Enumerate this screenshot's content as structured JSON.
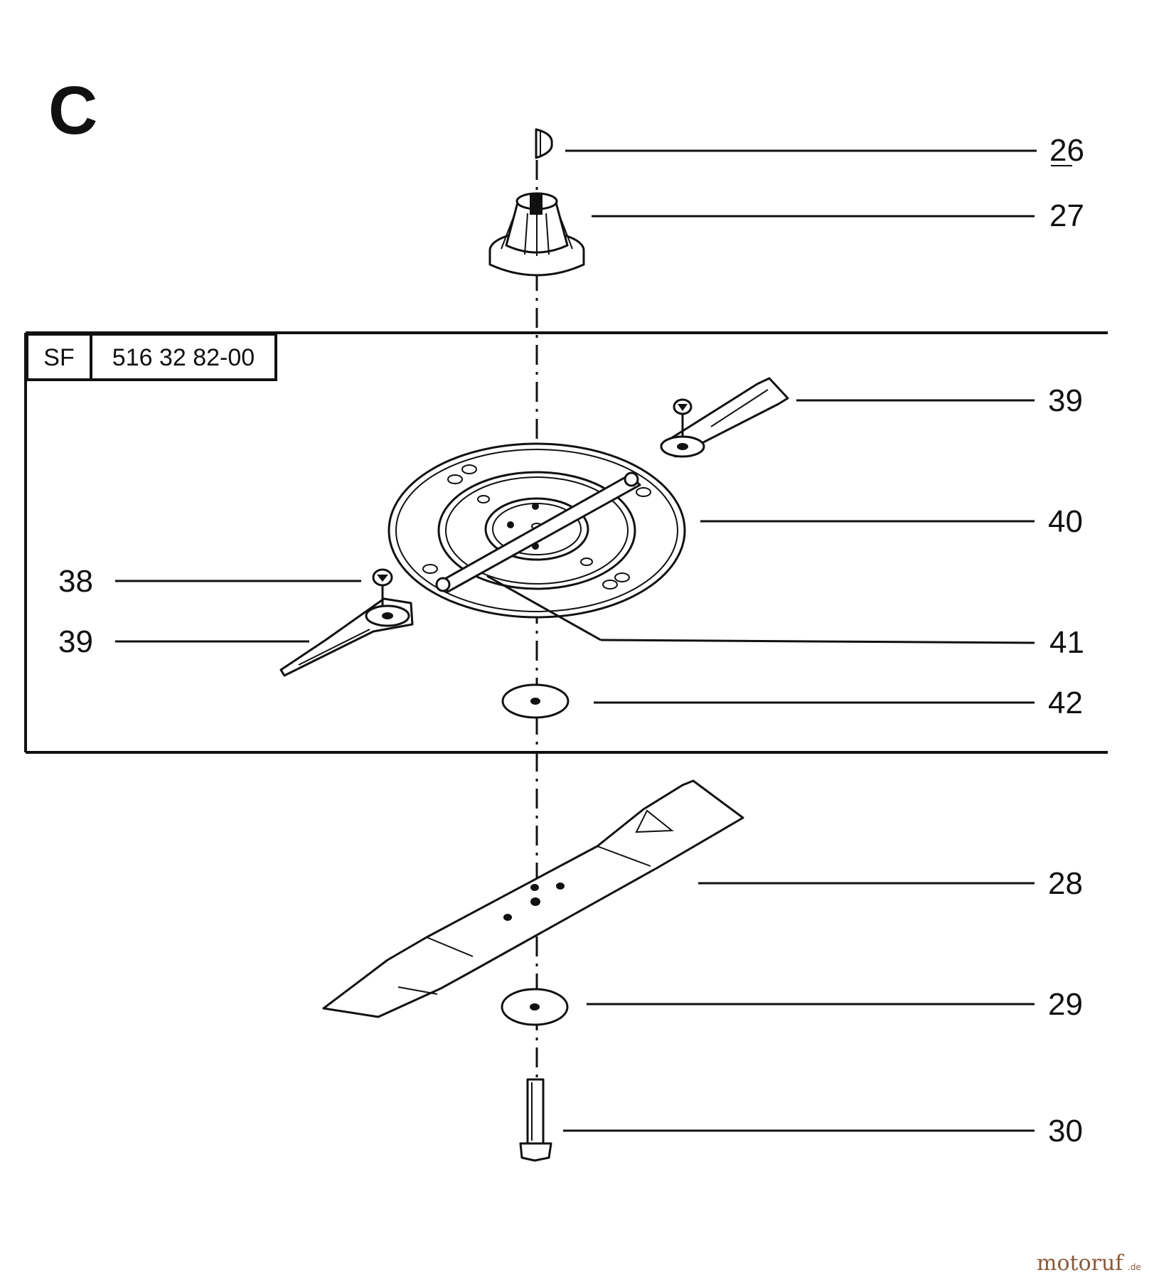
{
  "section_label": "C",
  "kit_box": {
    "code": "SF",
    "part_number": "516 32 82-00"
  },
  "callouts": [
    "26",
    "27",
    "39",
    "40",
    "38",
    "39",
    "41",
    "42",
    "28",
    "29",
    "30"
  ],
  "watermark": {
    "text": "motoruf",
    "suffix": ".de"
  }
}
